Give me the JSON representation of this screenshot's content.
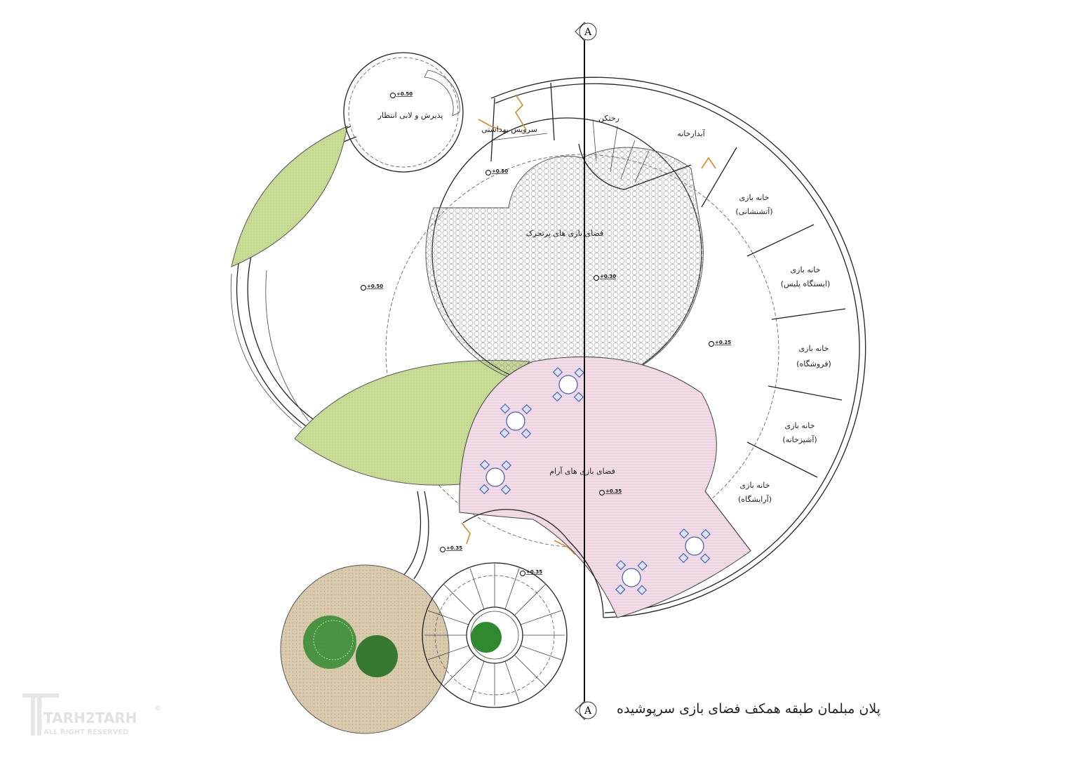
{
  "title": "پلان مبلمان طبقه همکف فضای بازی سرپوشیده",
  "section_marker": {
    "label": "A"
  },
  "rooms": {
    "lobby": "پذیرش و لابی انتظار",
    "toilets": "سرویس بهداشتی",
    "changing": "رختکن",
    "pantry": "آبدارخانه",
    "active_play": "فضای بازی های پرتحرک",
    "calm_play": "فضای بازی های آرام",
    "playhouse_title": "خانه بازی",
    "playhouses": [
      "(آتشنشانی)",
      "(ایستگاه پلیس)",
      "(فروشگاه)",
      "(آشپزخانه)",
      "(آرایشگاه)"
    ]
  },
  "levels": {
    "lobby": "+0.50",
    "service": "+0.50",
    "left_hall": "+0.50",
    "active_play": "+0.30",
    "corridor": "+0.25",
    "calm_play": "+0.35",
    "lower_entry": "+0.35",
    "stair_hall": "+0.35"
  },
  "logo": {
    "name": "TARH2TARH",
    "sub": "ALL RIGHT RESERVED",
    "mark": "©"
  },
  "colors": {
    "lawn": "#c9dc96",
    "calm_floor": "#f2dde8",
    "tree_bed": "#d9c9ad",
    "tree": "#2f8a2f",
    "furniture": "#4b63b8",
    "door": "#d88a2a"
  }
}
